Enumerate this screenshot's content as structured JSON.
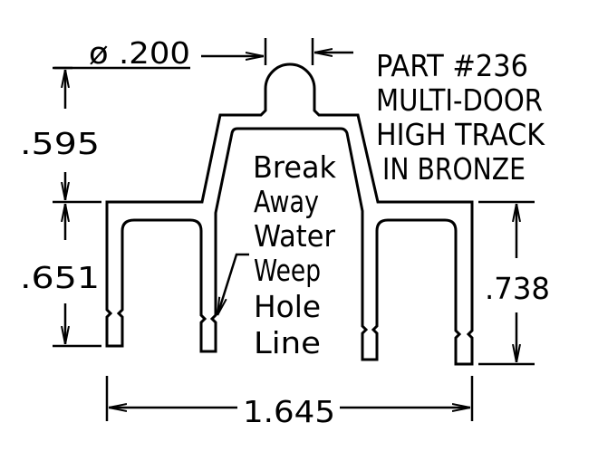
{
  "dimensions": {
    "hole_diameter": "ø .200",
    "upper_height": ".595",
    "lower_height_left": ".651",
    "height_right": ".738",
    "overall_width": "1.645"
  },
  "title_block": {
    "lines": [
      "PART #236",
      "MULTI-DOOR",
      "HIGH TRACK",
      "IN BRONZE"
    ]
  },
  "callout": {
    "lines": [
      "Break",
      "Away",
      "Water",
      "Weep",
      "Hole",
      "Line"
    ]
  }
}
